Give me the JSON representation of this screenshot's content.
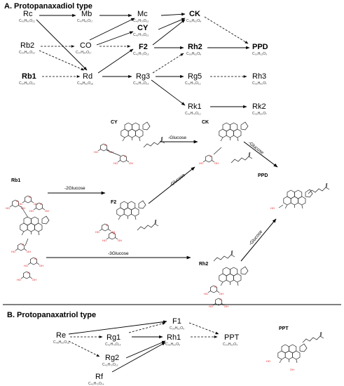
{
  "section_a": {
    "title": "A. Protopanaxadiol type"
  },
  "section_b": {
    "title": "B. Protopanaxatriol type"
  },
  "compounds": {
    "rc": {
      "name": "Rc",
      "formula": "C₅₃H₉₀O₂₂"
    },
    "rb2": {
      "name": "Rb2",
      "formula": "C₅₃H₉₀O₂₂"
    },
    "rb1": {
      "name": "Rb1",
      "formula": "C₅₄H₉₂O₂₃"
    },
    "mb": {
      "name": "Mb",
      "formula": "C₄₇H₈₀O₁₇"
    },
    "co": {
      "name": "CO",
      "formula": "C₄₇H₈₀O₁₇"
    },
    "rd": {
      "name": "Rd",
      "formula": "C₄₈H₈₂O₁₈"
    },
    "mc": {
      "name": "Mc",
      "formula": "C₄₁H₇₀O₁₂"
    },
    "cy": {
      "name": "CY",
      "formula": "C₄₁H₇₀O₁₂"
    },
    "f2": {
      "name": "F2",
      "formula": "C₄₂H₇₂O₁₃"
    },
    "rg3": {
      "name": "Rg3",
      "formula": "C₄₂H₇₂O₁₃"
    },
    "ck": {
      "name": "CK",
      "formula": "C₃₆H₆₂O₈"
    },
    "rh2": {
      "name": "Rh2",
      "formula": "C₃₆H₆₂O₈"
    },
    "rg5": {
      "name": "Rg5",
      "formula": "C₄₂H₇₀O₁₂"
    },
    "rk1": {
      "name": "Rk1",
      "formula": "C₄₂H₇₀O₁₂"
    },
    "ppd": {
      "name": "PPD",
      "formula": "C₃₀H₅₂O₃"
    },
    "rh3": {
      "name": "Rh3",
      "formula": "C₃₆H₆₀O₇"
    },
    "rk2": {
      "name": "Rk2",
      "formula": "C₃₆H₆₀O₇"
    },
    "re": {
      "name": "Re",
      "formula": "C₄₈H₈₂O₁₈"
    },
    "rg1": {
      "name": "Rg1",
      "formula": "C₄₂H₇₂O₁₄"
    },
    "rg2": {
      "name": "Rg2",
      "formula": "C₄₂H₇₂O₁₃"
    },
    "rf": {
      "name": "Rf",
      "formula": "C₄₂H₇₂O₁₄"
    },
    "f1": {
      "name": "F1",
      "formula": "C₃₆H₆₂O₉"
    },
    "rh1": {
      "name": "Rh1",
      "formula": "C₃₆H₆₂O₉"
    },
    "ppt": {
      "name": "PPT",
      "formula": "C₃₀H₅₂O₄"
    }
  },
  "structures": {
    "cy": "CY",
    "ck": "CK",
    "rb1": "Rb1",
    "f2": "F2",
    "ppd": "PPD",
    "rh2": "Rh2",
    "ppt": "PPT"
  },
  "reactions": {
    "rb1_f2": "-2Glucose",
    "rb1_rh2": "-3Glucose",
    "cy_ck": "-Glucose",
    "f2_ck": "-Glucose",
    "ck_ppd": "-Glucose",
    "rh2_ppd": "-Glucose"
  }
}
